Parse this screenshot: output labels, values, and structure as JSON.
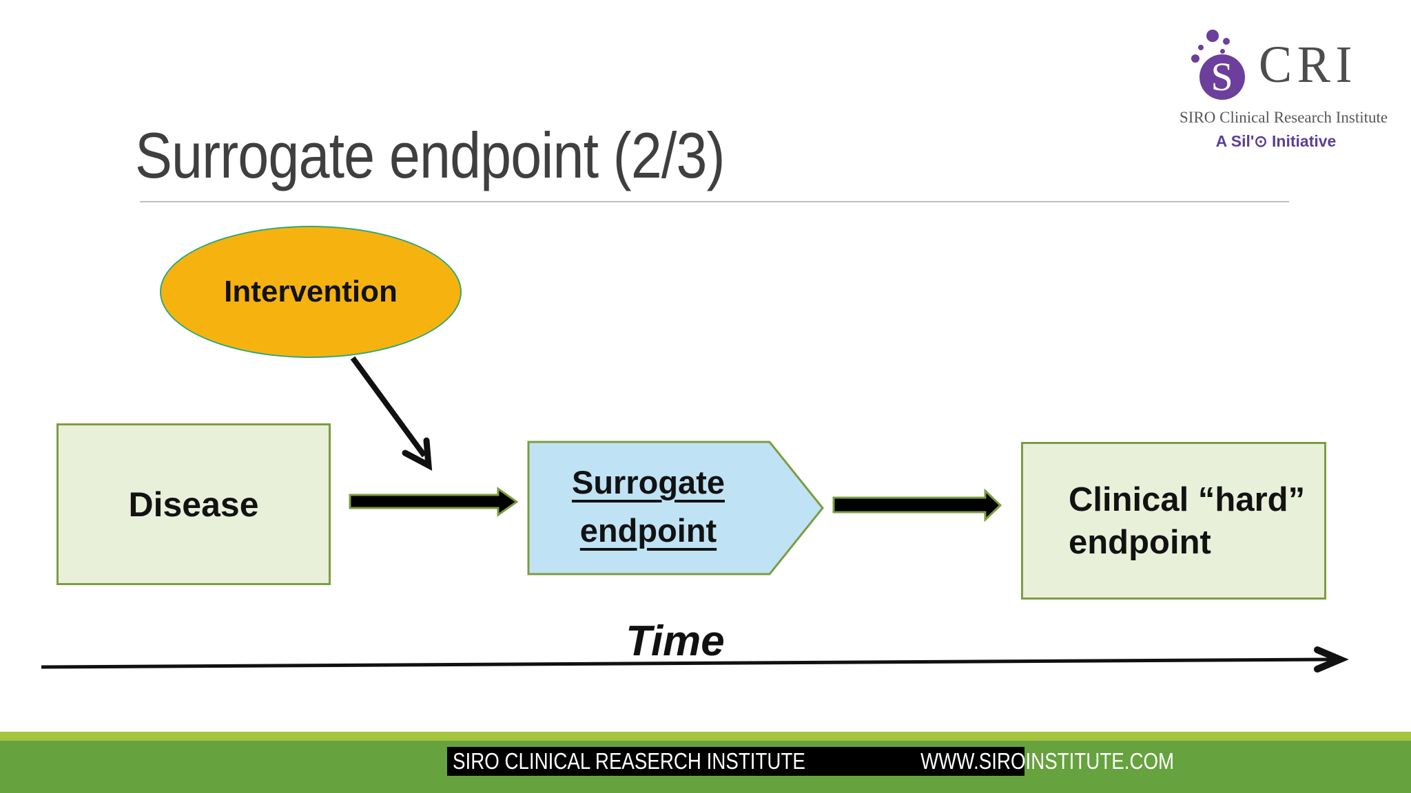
{
  "title": "Surrogate endpoint (2/3)",
  "logo": {
    "monogram_s": "S",
    "monogram_rest": "CRI",
    "org_name": "SIRO Clinical Research Institute",
    "tagline": "A Sil'⊙ Initiative"
  },
  "diagram": {
    "intervention_label": "Intervention",
    "disease_label": "Disease",
    "surrogate_label_line1": "Surrogate",
    "surrogate_label_line2": "endpoint",
    "clinical_label_line1": "Clinical “hard”",
    "clinical_label_line2": "endpoint",
    "time_label": "Time"
  },
  "footer": {
    "institute_name": "SIRO CLINICAL REASERCH INSTITUTE",
    "website": "WWW.SIROINSTITUTE.COM"
  },
  "colors": {
    "ellipse_fill": "#f6b30f",
    "ellipse_border": "#2ea77b",
    "box_fill": "#e9f0d9",
    "box_border": "#7d9c41",
    "chevron_fill": "#bfe3f4",
    "arrow_fill": "#000000",
    "footer_light_band": "#a6c43c",
    "footer_dark_band": "#66a23e",
    "title_color": "#3f3f3f",
    "logo_purple": "#6b3f9b"
  }
}
